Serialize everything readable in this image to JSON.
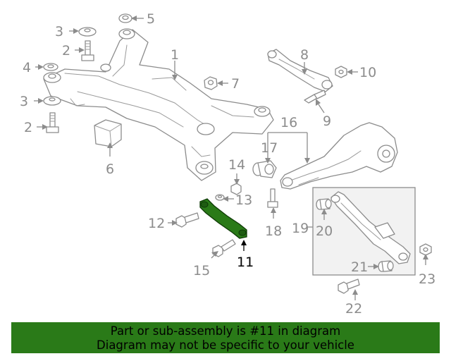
{
  "diagram": {
    "highlighted_part": "11",
    "callouts": [
      "1",
      "2",
      "2",
      "3",
      "3",
      "4",
      "5",
      "6",
      "7",
      "8",
      "9",
      "10",
      "11",
      "12",
      "13",
      "14",
      "15",
      "16",
      "17",
      "18",
      "19",
      "20",
      "21",
      "22",
      "23"
    ]
  },
  "banner": {
    "line1": "Part or sub-assembly is #11 in diagram",
    "line2": "Diagram may not be specific to your vehicle"
  },
  "colors": {
    "highlight": "#2a7a18",
    "banner_bg": "#2a7a18",
    "linework": "#8c8c8c"
  }
}
